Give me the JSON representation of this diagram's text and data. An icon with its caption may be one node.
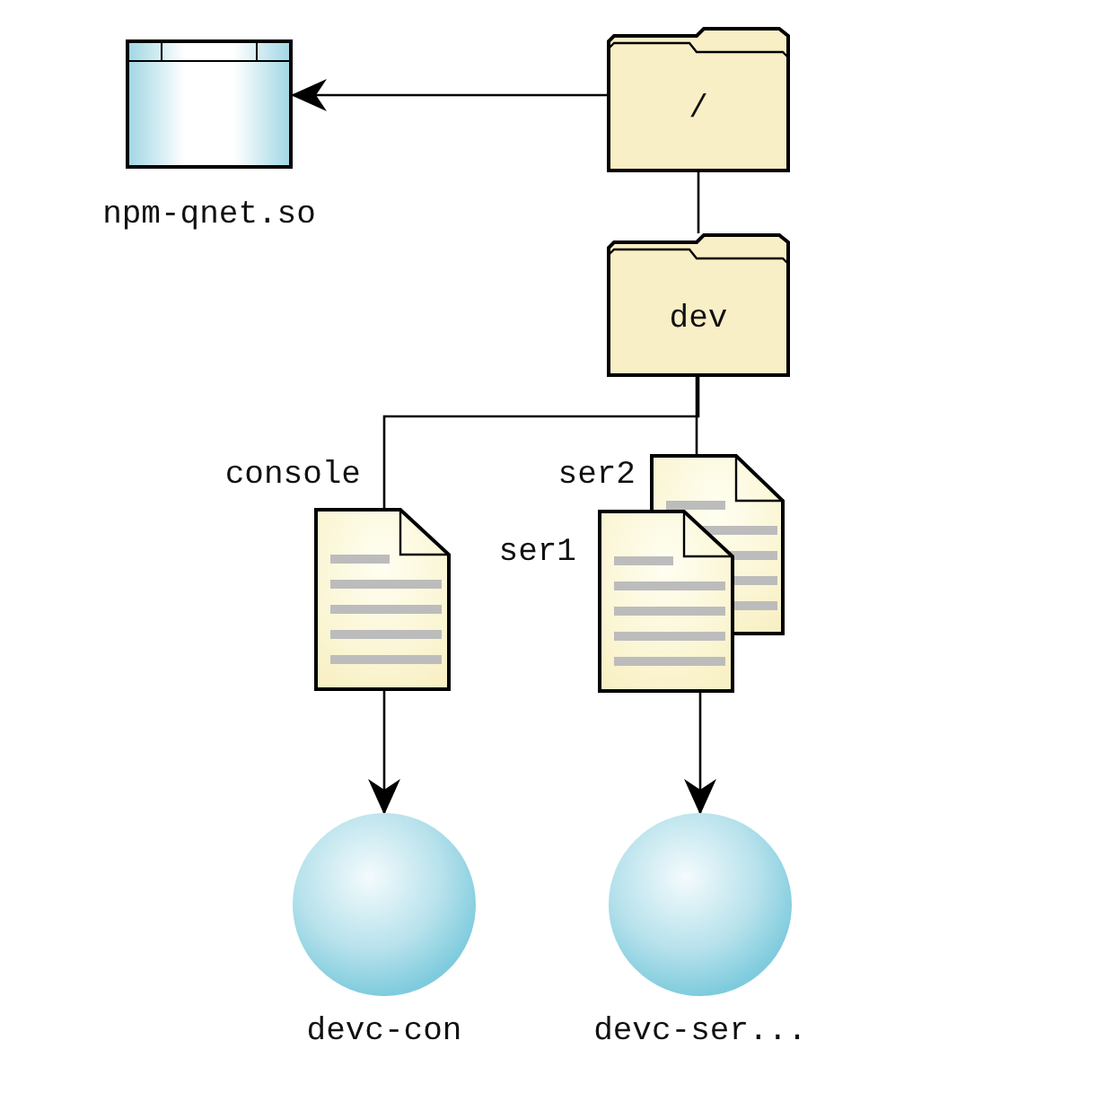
{
  "diagram": {
    "nodes": [
      {
        "text": [
          "/"
        ]
      },
      {
        "text": [
          "npm-qnet.so"
        ]
      },
      {
        "text": [
          "dev"
        ]
      },
      {
        "text": [
          "console"
        ]
      },
      {
        "text": [
          "ser2"
        ]
      },
      {
        "text": [
          "ser1"
        ]
      },
      {
        "text": [
          "devc-con"
        ]
      },
      {
        "text": [
          "devc-ser..."
        ]
      }
    ],
    "edges": [
      {
        "from": 0,
        "to": 1,
        "arrow": "to"
      },
      {
        "from": 0,
        "to": 2,
        "arrow": "none"
      },
      {
        "from": 2,
        "to": 3,
        "arrow": "none"
      },
      {
        "from": 2,
        "to": 4,
        "arrow": "none"
      },
      {
        "from": 3,
        "to": 6,
        "arrow": "to"
      },
      {
        "from": 5,
        "to": 7,
        "arrow": "to"
      }
    ]
  }
}
